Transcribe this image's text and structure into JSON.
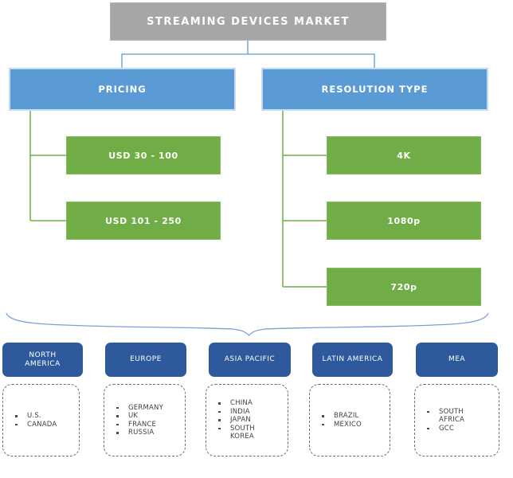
{
  "title": "STREAMING DEVICES MARKET",
  "segments": [
    {
      "label": "PRICING",
      "children": [
        "USD 30 - 100",
        "USD 101 - 250"
      ]
    },
    {
      "label": "RESOLUTION TYPE",
      "children": [
        "4K",
        "1080p",
        "720p"
      ]
    }
  ],
  "regions": [
    {
      "label": "NORTH AMERICA",
      "countries": [
        "U.S.",
        "CANADA"
      ]
    },
    {
      "label": "EUROPE",
      "countries": [
        "GERMANY",
        "UK",
        "FRANCE",
        "RUSSIA"
      ]
    },
    {
      "label": "ASIA PACIFIC",
      "countries": [
        "CHINA",
        "INDIA",
        "JAPAN",
        "SOUTH KOREA"
      ]
    },
    {
      "label": "LATIN AMERICA",
      "countries": [
        "BRAZIL",
        "MEXICO"
      ]
    },
    {
      "label": "MEA",
      "countries": [
        "SOUTH AFRICA",
        "GCC"
      ]
    }
  ],
  "palette": {
    "root_fill": "#A6A6A6",
    "segment_fill": "#5B9BD5",
    "leaf_fill": "#70AD47",
    "region_fill": "#2E5A9D",
    "connector_blue": "#5B9BD5",
    "connector_green": "#70AD47",
    "brace_stroke": "#7C9FD6",
    "list_text": "#404040"
  }
}
